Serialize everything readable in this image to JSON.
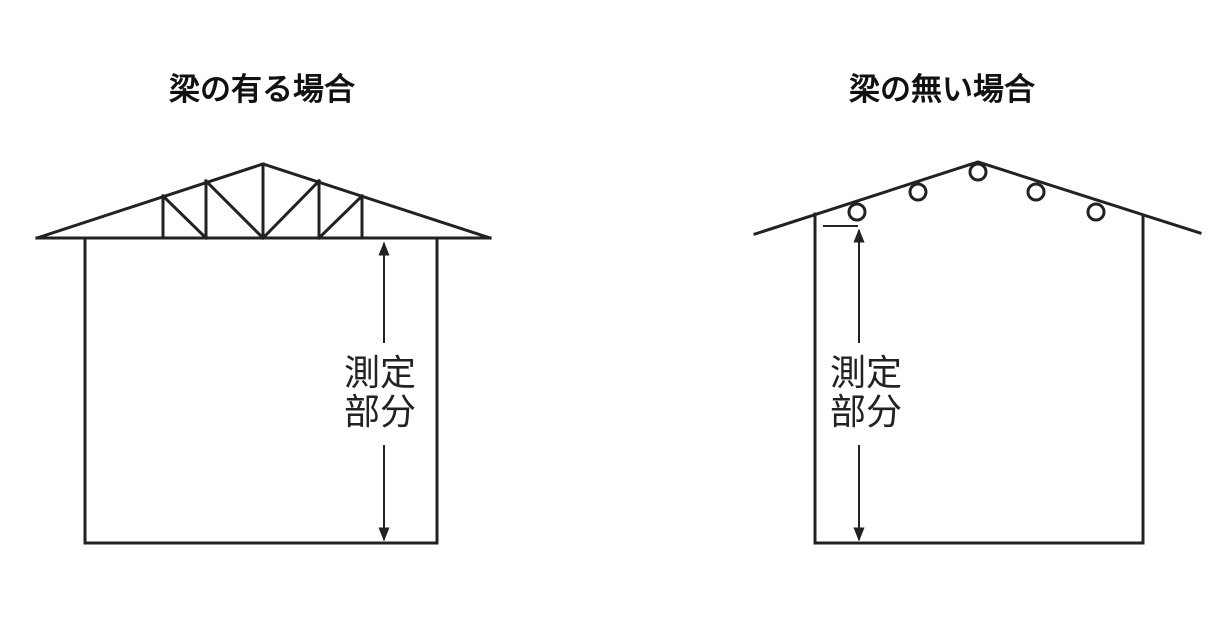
{
  "left": {
    "title": "梁の有る場合",
    "label_line1": "測定",
    "label_line2": "部分"
  },
  "right": {
    "title": "梁の無い場合",
    "label_line1": "測定",
    "label_line2": "部分"
  }
}
